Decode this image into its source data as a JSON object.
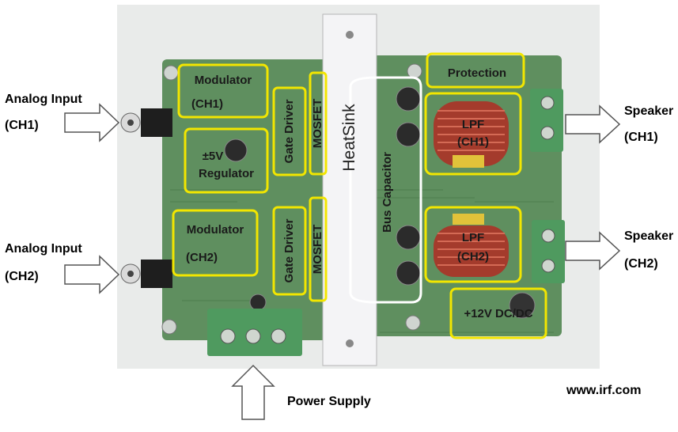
{
  "colors": {
    "board": "#5f8f5f",
    "board_dark": "#3f6e44",
    "highlight": "#f2e600",
    "heatsink": "#f4f4f6",
    "terminal": "#4f9a5f",
    "arrow_fill": "#ffffff",
    "arrow_stroke": "#555555"
  },
  "external_labels": {
    "analog_input_ch1": "Analog Input",
    "analog_input_ch1_channel": "(CH1)",
    "analog_input_ch2": "Analog Input",
    "analog_input_ch2_channel": "(CH2)",
    "speaker_ch1": "Speaker",
    "speaker_ch1_channel": "(CH1)",
    "speaker_ch2": "Speaker",
    "speaker_ch2_channel": "(CH2)",
    "power_supply": "Power Supply",
    "website": "www.irf.com"
  },
  "blocks": {
    "modulator_ch1": {
      "line1": "Modulator",
      "line2": "(CH1)"
    },
    "regulator": {
      "line1": "±5V",
      "line2": "Regulator"
    },
    "modulator_ch2": {
      "line1": "Modulator",
      "line2": "(CH2)"
    },
    "gate_driver_ch1": "Gate Driver",
    "gate_driver_ch2": "Gate Driver",
    "mosfet_ch1": "MOSFET",
    "mosfet_ch2": "MOSFET",
    "heatsink": "HeatSink",
    "bus_capacitor": "Bus Capacitor",
    "protection": "Protection",
    "lpf_ch1": {
      "line1": "LPF",
      "line2": "(CH1)"
    },
    "lpf_ch2": {
      "line1": "LPF",
      "line2": "(CH2)"
    },
    "dcdc": "+12V DC/DC"
  }
}
